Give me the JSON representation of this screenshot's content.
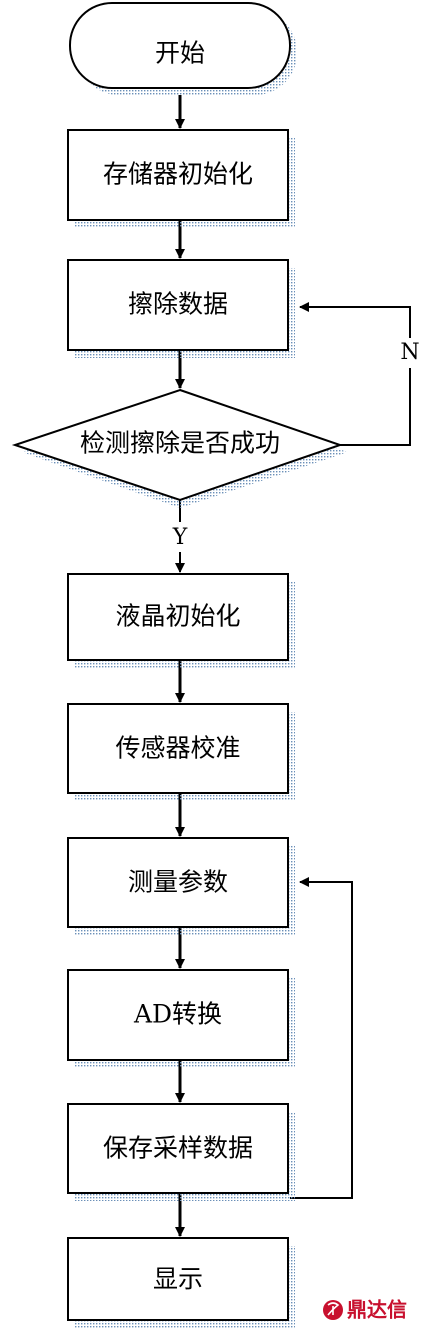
{
  "nodes": {
    "start": "开始",
    "memory_init": "存储器初始化",
    "erase_data": "擦除数据",
    "check_erase": "检测擦除是否成功",
    "lcd_init": "液晶初始化",
    "sensor_calib": "传感器校准",
    "measure_params": "测量参数",
    "ad_convert": "AD转换",
    "save_samples": "保存采样数据",
    "display": "显示"
  },
  "branches": {
    "no": "N",
    "yes": "Y"
  },
  "watermark": "鼎达信",
  "colors": {
    "stroke": "#000000",
    "shadow": "#6a8fb8",
    "watermark": "#c8102e"
  }
}
